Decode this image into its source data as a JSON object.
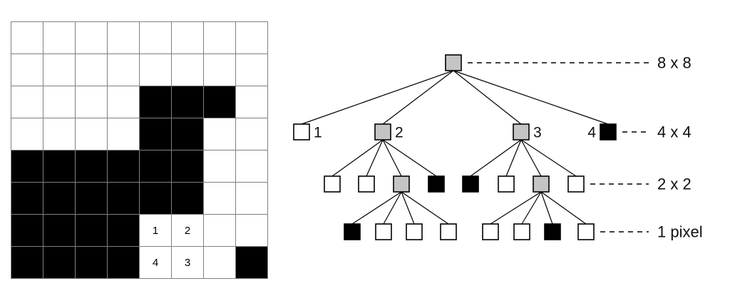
{
  "grid": {
    "rows": 8,
    "cols": 8,
    "black_cells": [
      [
        2,
        4
      ],
      [
        2,
        5
      ],
      [
        2,
        6
      ],
      [
        3,
        4
      ],
      [
        3,
        5
      ],
      [
        4,
        0
      ],
      [
        4,
        1
      ],
      [
        4,
        2
      ],
      [
        4,
        3
      ],
      [
        4,
        4
      ],
      [
        4,
        5
      ],
      [
        5,
        0
      ],
      [
        5,
        1
      ],
      [
        5,
        2
      ],
      [
        5,
        3
      ],
      [
        5,
        4
      ],
      [
        5,
        5
      ],
      [
        6,
        0
      ],
      [
        6,
        1
      ],
      [
        6,
        2
      ],
      [
        6,
        3
      ],
      [
        7,
        0
      ],
      [
        7,
        1
      ],
      [
        7,
        2
      ],
      [
        7,
        3
      ],
      [
        7,
        7
      ]
    ],
    "cell_labels": [
      {
        "row": 6,
        "col": 4,
        "text": "1"
      },
      {
        "row": 6,
        "col": 5,
        "text": "2"
      },
      {
        "row": 7,
        "col": 4,
        "text": "4"
      },
      {
        "row": 7,
        "col": 5,
        "text": "3"
      }
    ]
  },
  "tree": {
    "levels": [
      {
        "side_label": "8 x 8",
        "nodes": [
          {
            "color": "gray"
          }
        ]
      },
      {
        "side_label": "4 x 4",
        "nodes": [
          {
            "color": "white",
            "label": "1",
            "label_side": "right",
            "parent": 0
          },
          {
            "color": "gray",
            "label": "2",
            "label_side": "right",
            "parent": 0
          },
          {
            "color": "gray",
            "label": "3",
            "label_side": "right",
            "parent": 0
          },
          {
            "color": "black",
            "label": "4",
            "label_side": "left",
            "parent": 0
          }
        ]
      },
      {
        "side_label": "2 x 2",
        "nodes": [
          {
            "color": "white",
            "parent": 1
          },
          {
            "color": "white",
            "parent": 1
          },
          {
            "color": "gray",
            "parent": 1
          },
          {
            "color": "black",
            "parent": 1
          },
          {
            "color": "black",
            "parent": 2
          },
          {
            "color": "white",
            "parent": 2
          },
          {
            "color": "gray",
            "parent": 2
          },
          {
            "color": "white",
            "parent": 2
          }
        ]
      },
      {
        "side_label": "1 pixel",
        "nodes": [
          {
            "color": "black",
            "parent": 2
          },
          {
            "color": "white",
            "parent": 2
          },
          {
            "color": "white",
            "parent": 2
          },
          {
            "color": "white",
            "parent": 2
          },
          {
            "color": "white",
            "parent": 6
          },
          {
            "color": "white",
            "parent": 6
          },
          {
            "color": "black",
            "parent": 6
          },
          {
            "color": "white",
            "parent": 6
          }
        ]
      }
    ]
  },
  "colors": {
    "black": "#000000",
    "white": "#ffffff",
    "gray": "#c4c4c4",
    "grid_line": "#808080"
  }
}
